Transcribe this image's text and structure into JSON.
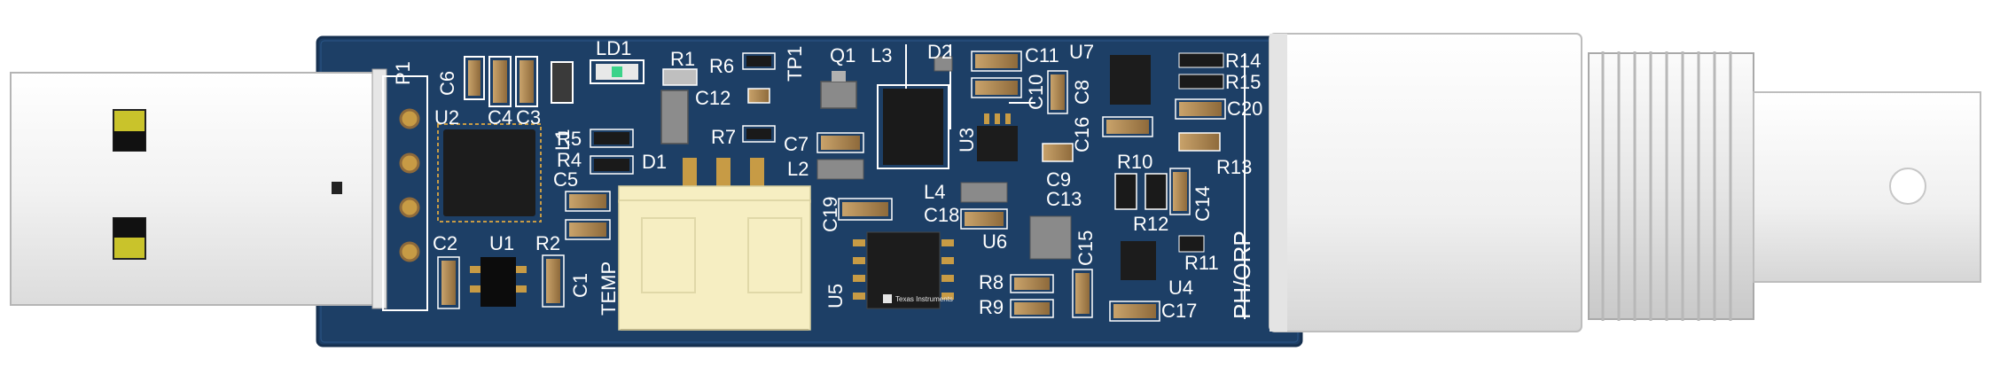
{
  "colors": {
    "pcb": "#1d3f66",
    "pcb_edge": "#152f4f",
    "silkscreen": "#ffffff",
    "pad_gold": "#c79b45",
    "cap_body": "#b58950",
    "resistor_body": "#1a1a1a",
    "ic_body": "#1c1c1c",
    "connector_cream": "#f6eec2",
    "usb_metal": "#f4f4f4",
    "usb_contact": "#c9c32b",
    "bnc_white": "#f7f7f7",
    "bnc_thread": "#e2e2e2"
  },
  "labels": {
    "p1": "P1",
    "c6": "C6",
    "c4": "C4",
    "c3": "C3",
    "u2": "U2",
    "l1": "L1",
    "ld1": "LD1",
    "r1": "R1",
    "r6": "R6",
    "tp1": "TP1",
    "q1": "Q1",
    "l3": "L3",
    "d2": "D2",
    "c11": "C11",
    "u7": "U7",
    "r14": "R14",
    "r15": "R15",
    "c20": "C20",
    "c12": "C12",
    "c10": "C10",
    "c8": "C8",
    "r5": "R5",
    "r7": "R7",
    "c7": "C7",
    "u3": "U3",
    "c16": "C16",
    "r4": "R4",
    "d1": "D1",
    "l2": "L2",
    "c5": "C5",
    "r10": "R10",
    "r13": "R13",
    "c9": "C9",
    "c13": "C13",
    "c14": "C14",
    "l4": "L4",
    "c18": "C18",
    "c19": "C19",
    "u6": "U6",
    "r12": "R12",
    "c2": "C2",
    "u1": "U1",
    "r2": "R2",
    "c1": "C1",
    "temp": "TEMP",
    "u5": "U5",
    "r8": "R8",
    "r9": "R9",
    "c15": "C15",
    "r11": "R11",
    "u4": "U4",
    "c17": "C17",
    "ph_orp": "PH/ORP"
  },
  "ti_logo": "Texas Instruments"
}
